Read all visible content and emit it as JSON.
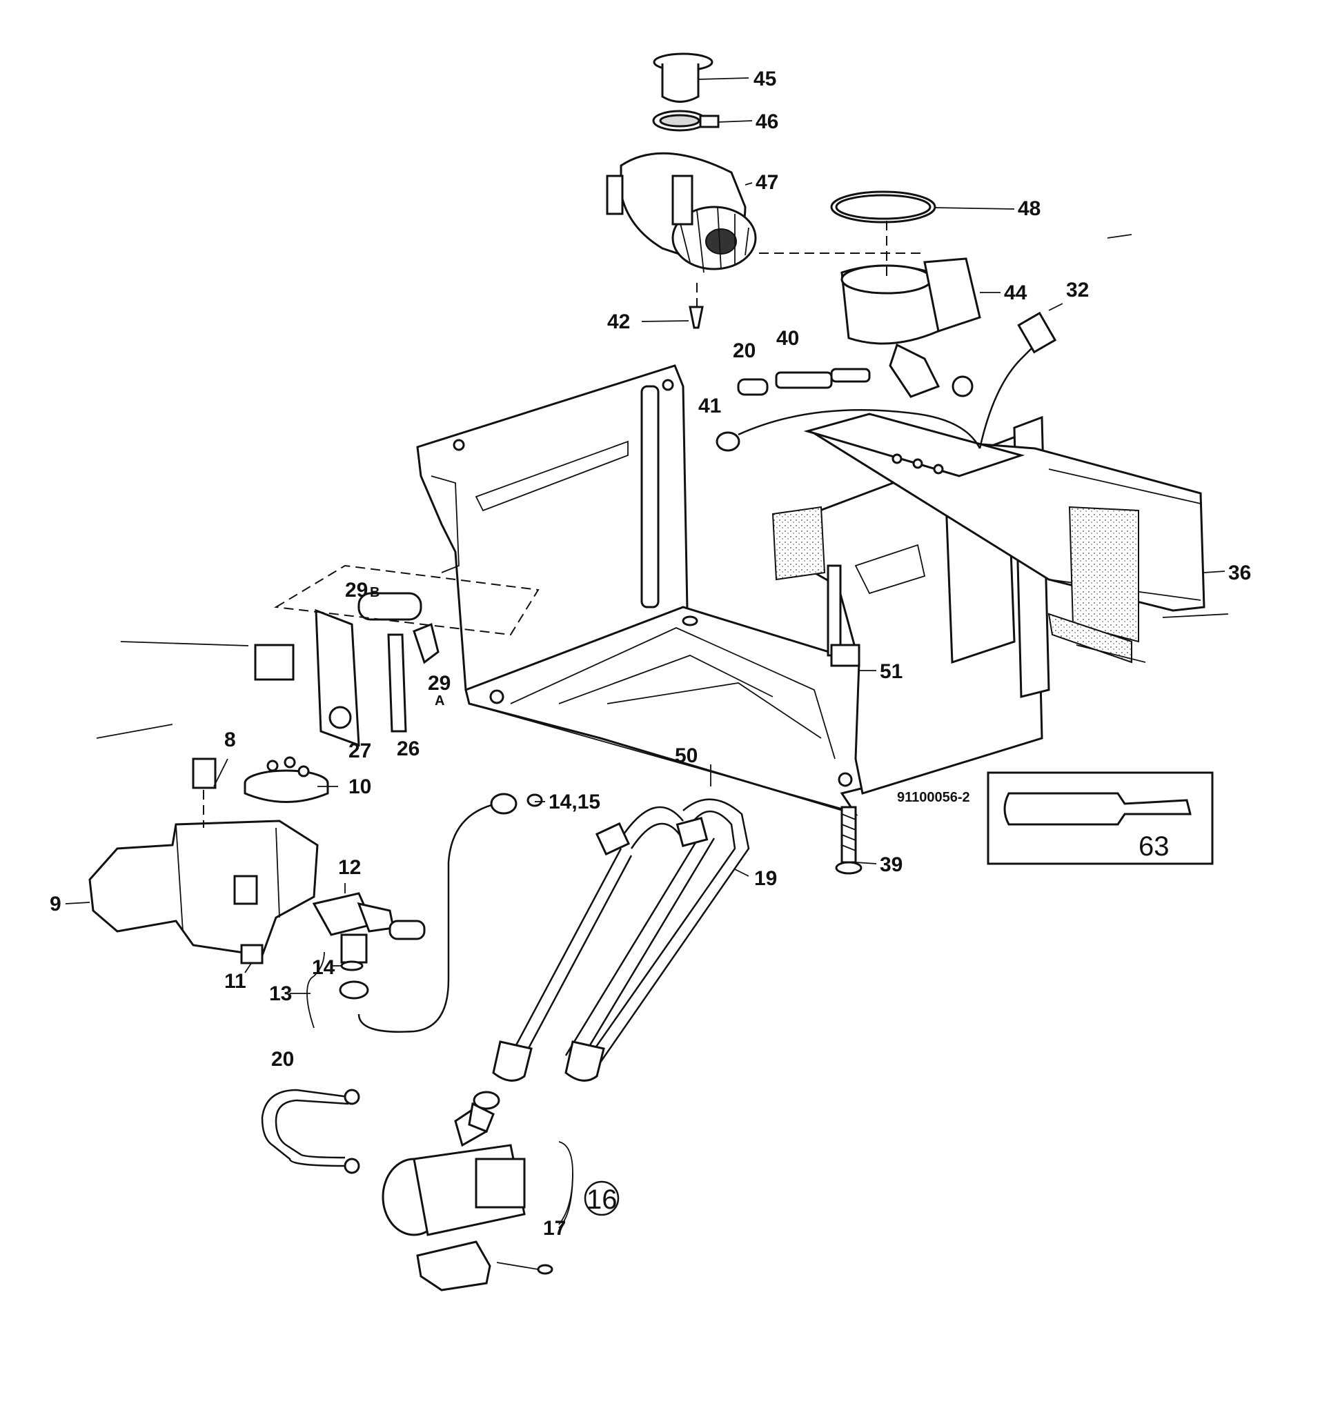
{
  "diagram": {
    "drawing_number": "91100056-2",
    "callouts": [
      {
        "id": "45",
        "text": "45"
      },
      {
        "id": "46",
        "text": "46"
      },
      {
        "id": "47",
        "text": "47"
      },
      {
        "id": "48",
        "text": "48"
      },
      {
        "id": "44",
        "text": "44"
      },
      {
        "id": "32",
        "text": "32"
      },
      {
        "id": "42",
        "text": "42"
      },
      {
        "id": "20a",
        "text": "20"
      },
      {
        "id": "40",
        "text": "40"
      },
      {
        "id": "41",
        "text": "41"
      },
      {
        "id": "36",
        "text": "36"
      },
      {
        "id": "29b",
        "text": "29",
        "suffix": "B"
      },
      {
        "id": "29a",
        "text": "29",
        "suffix": "A"
      },
      {
        "id": "51",
        "text": "51"
      },
      {
        "id": "27",
        "text": "27"
      },
      {
        "id": "26",
        "text": "26"
      },
      {
        "id": "8",
        "text": "8"
      },
      {
        "id": "10",
        "text": "10"
      },
      {
        "id": "50",
        "text": "50"
      },
      {
        "id": "1415",
        "text": "14,15"
      },
      {
        "id": "39",
        "text": "39"
      },
      {
        "id": "63",
        "text": "63"
      },
      {
        "id": "12",
        "text": "12"
      },
      {
        "id": "19",
        "text": "19"
      },
      {
        "id": "9",
        "text": "9"
      },
      {
        "id": "11",
        "text": "11"
      },
      {
        "id": "14",
        "text": "14"
      },
      {
        "id": "13",
        "text": "13"
      },
      {
        "id": "20b",
        "text": "20"
      },
      {
        "id": "16",
        "text": "16"
      },
      {
        "id": "17",
        "text": "17"
      }
    ]
  }
}
